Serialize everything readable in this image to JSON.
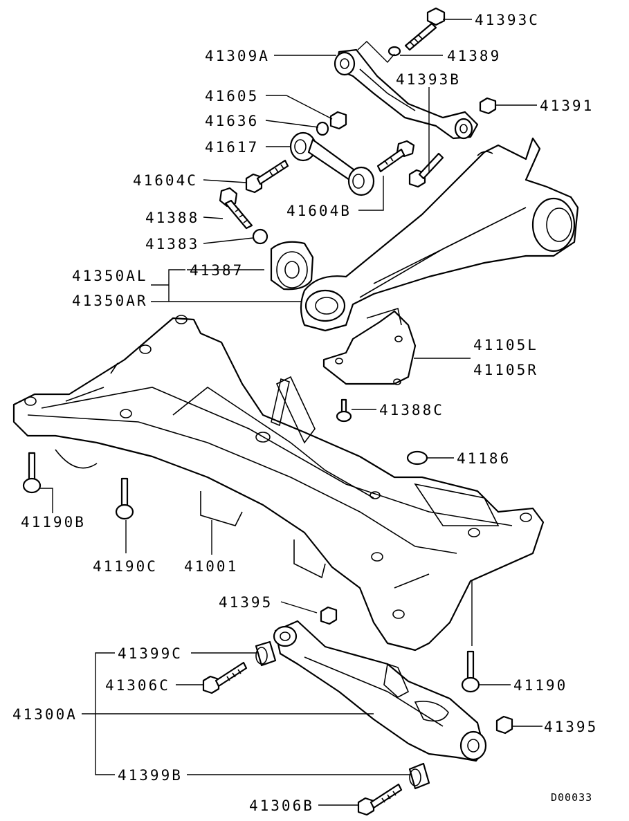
{
  "labels": {
    "p41393C": "41393C",
    "p41309A": "41309A",
    "p41389": "41389",
    "p41393B": "41393B",
    "p41605": "41605",
    "p41391": "41391",
    "p41636": "41636",
    "p41617": "41617",
    "p41604C": "41604C",
    "p41604B": "41604B",
    "p41388": "41388",
    "p41383": "41383",
    "p41387": "41387",
    "p41350AL": "41350AL",
    "p41350AR": "41350AR",
    "p41105L": "41105L",
    "p41105R": "41105R",
    "p41388C": "41388C",
    "p41186": "41186",
    "p41190B": "41190B",
    "p41190C": "41190C",
    "p41001": "41001",
    "p41395a": "41395",
    "p41399C": "41399C",
    "p41306C": "41306C",
    "p41190": "41190",
    "p41300A": "41300A",
    "p41395b": "41395",
    "p41399B": "41399B",
    "p41306B": "41306B"
  },
  "diagram_code": "D00033"
}
